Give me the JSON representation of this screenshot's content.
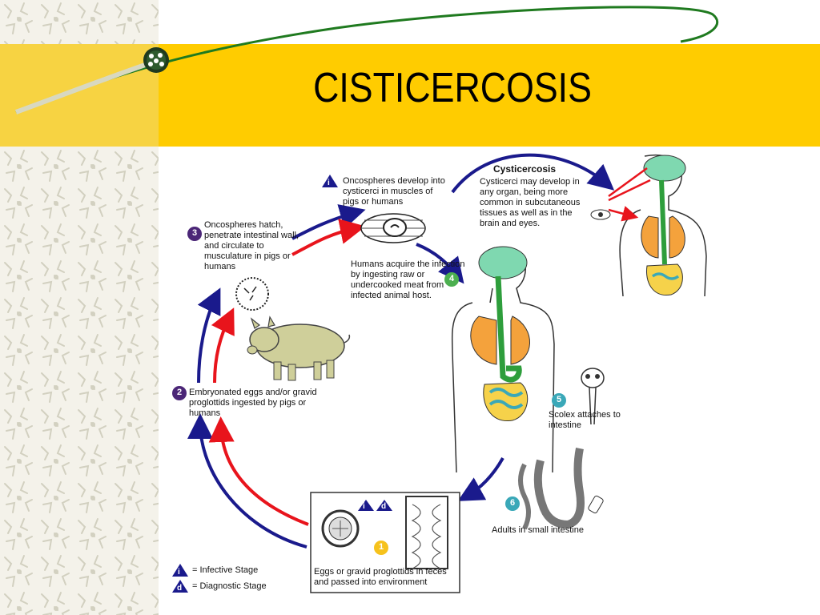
{
  "slide": {
    "title": "CISTICERCOSIS"
  },
  "diagram": {
    "steps": [
      {
        "number": "1",
        "text": "Eggs or gravid proglottids in feces and passed into environment",
        "badge_color": "#f6c21c"
      },
      {
        "number": "2",
        "text": "Embryonated eggs and/or gravid proglottids ingested by pigs or humans",
        "badge_color": "#4b2677"
      },
      {
        "number": "3",
        "text": "Oncospheres hatch, penetrate intestinal wall, and circulate to musculature in pigs or humans",
        "badge_color": "#4b2677"
      },
      {
        "number": "4",
        "text": "Humans acquire the infection by ingesting raw or undercooked meat from infected animal host.",
        "badge_color": "#4caf50"
      },
      {
        "number": "5",
        "text": "Scolex attaches to intestine",
        "badge_color": "#3a9fb5"
      },
      {
        "number": "6",
        "text": "Adults in small intestine",
        "badge_color": "#3a9fb5"
      }
    ],
    "infective_note": "Oncospheres develop into cysticerci in muscles of pigs or humans",
    "cysticercosis": {
      "heading": "Cysticercosis",
      "text": "Cysticerci may develop in any organ, being more common in subcutaneous tissues as well as in the brain and eyes."
    },
    "legend": {
      "infective": {
        "symbol": "i",
        "text": "= Infective Stage"
      },
      "diagnostic": {
        "symbol": "d",
        "text": "= Diagnostic Stage"
      }
    },
    "stage_markers": {
      "i": "i",
      "d": "d"
    },
    "colors": {
      "arrow_blue": "#1a1a8c",
      "arrow_red": "#e8141c",
      "title_band": "#ffcc00",
      "brain": "#7fd8b0",
      "lungs": "#f4a23c",
      "gut_green": "#2e9e3c",
      "intestine_teal": "#3aa8b8",
      "colon_yellow": "#f6d24a",
      "pig": "#cfcf9a"
    }
  }
}
